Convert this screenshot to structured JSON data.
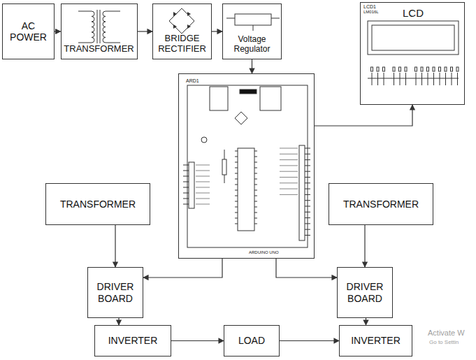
{
  "diagram": {
    "nodes": [
      {
        "text": [
          "AC POWER"
        ]
      },
      {
        "text": [
          "TRANSFORMER"
        ]
      },
      {
        "text": [
          "BRIDGE RECTIFIER"
        ]
      },
      {
        "text": [
          "Voltage Regulator"
        ]
      },
      {
        "text": [
          "LCD1",
          "LM016L",
          "LCD"
        ]
      },
      {
        "text": [
          "ARD1",
          "ARDUINO UNO"
        ]
      },
      {
        "text": [
          "TRANSFORMER"
        ]
      },
      {
        "text": [
          "TRANSFORMER"
        ]
      },
      {
        "text": [
          "DRIVER BOARD"
        ]
      },
      {
        "text": [
          "DRIVER BOARD"
        ]
      },
      {
        "text": [
          "INVERTER"
        ]
      },
      {
        "text": [
          "LOAD"
        ]
      },
      {
        "text": [
          "INVERTER"
        ]
      }
    ],
    "edges": [
      {
        "from": 0,
        "to": 1,
        "arrow": "to"
      },
      {
        "from": 1,
        "to": 2,
        "arrow": "to"
      },
      {
        "from": 2,
        "to": 3,
        "arrow": "to"
      },
      {
        "from": 3,
        "to": 5,
        "arrow": "to"
      },
      {
        "from": 5,
        "to": 4,
        "arrow": "to"
      },
      {
        "from": 6,
        "to": 8,
        "arrow": "to"
      },
      {
        "from": 5,
        "to": 8,
        "arrow": "to"
      },
      {
        "from": 5,
        "to": 9,
        "arrow": "to"
      },
      {
        "from": 7,
        "to": 9,
        "arrow": "to"
      },
      {
        "from": 8,
        "to": 10,
        "arrow": "to"
      },
      {
        "from": 9,
        "to": 12,
        "arrow": "to"
      },
      {
        "from": 10,
        "to": 11,
        "arrow": "to"
      },
      {
        "from": 11,
        "to": 12,
        "arrow": "to"
      }
    ],
    "labels": [
      "Activate W",
      "Go to Settin"
    ]
  }
}
